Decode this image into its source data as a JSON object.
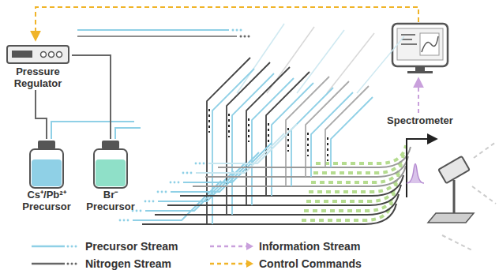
{
  "diagram": {
    "nodes": [
      {
        "text": [
          "Pressure Regulator"
        ]
      },
      {
        "text": [
          "Cs⁺/Pb²⁺ Precursor"
        ]
      },
      {
        "text": [
          "Br⁻ Precursor"
        ]
      },
      {
        "text": [
          "Spectrometer"
        ]
      }
    ],
    "edges": [
      {
        "from": 0,
        "to": 1,
        "arrow": "none"
      },
      {
        "from": 0,
        "to": 2,
        "arrow": "none"
      }
    ],
    "legend": [
      {
        "text": "Precursor Stream"
      },
      {
        "text": "Nitrogen Stream"
      },
      {
        "text": "Information Stream"
      },
      {
        "text": "Control Commands"
      }
    ]
  }
}
